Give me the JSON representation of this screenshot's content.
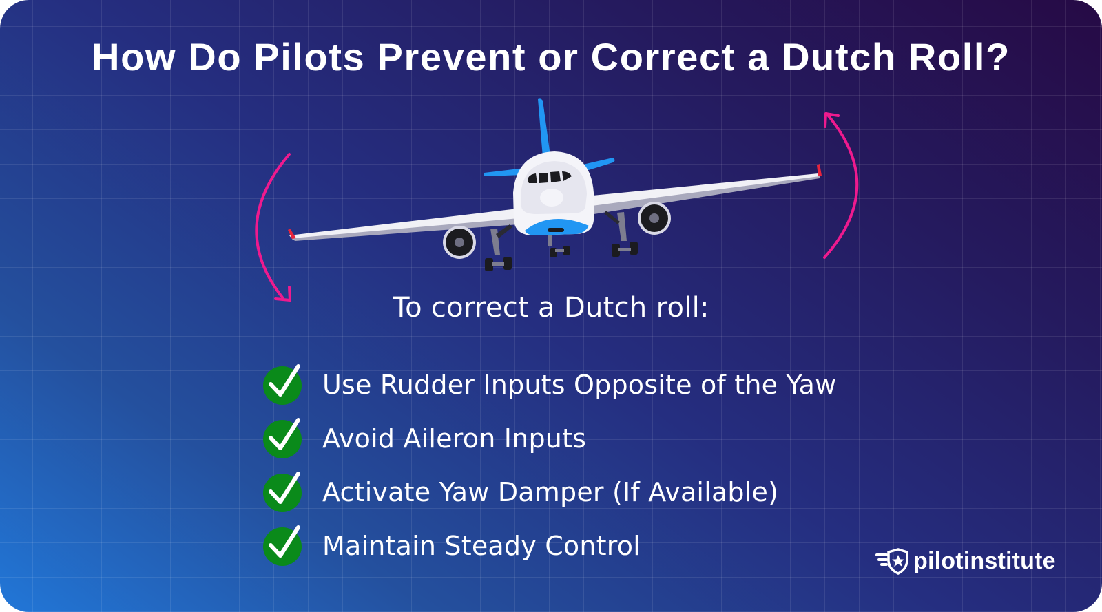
{
  "title": "How Do Pilots Prevent or Correct a Dutch Roll?",
  "illustration": {
    "subject": "airplane-front-view",
    "arrow_color": "#ee1a8e",
    "fuselage_color": "#f3f3f8",
    "accent_color": "#2196f3",
    "wingtip_color": "#e8243c"
  },
  "subtitle": "To correct a Dutch roll:",
  "checklist": {
    "icon": "green-check-icon",
    "icon_color": "#0a8a1a",
    "items": [
      {
        "label": "Use Rudder Inputs Opposite of the Yaw"
      },
      {
        "label": "Avoid Aileron Inputs"
      },
      {
        "label": "Activate Yaw Damper (If Available)"
      },
      {
        "label": "Maintain Steady Control"
      }
    ]
  },
  "brand": {
    "name": "pilotinstitute",
    "icon": "winged-shield-star-icon"
  },
  "colors": {
    "background_top_right": "#260a45",
    "background_bottom_left": "#2277d8",
    "text": "#ffffff"
  }
}
